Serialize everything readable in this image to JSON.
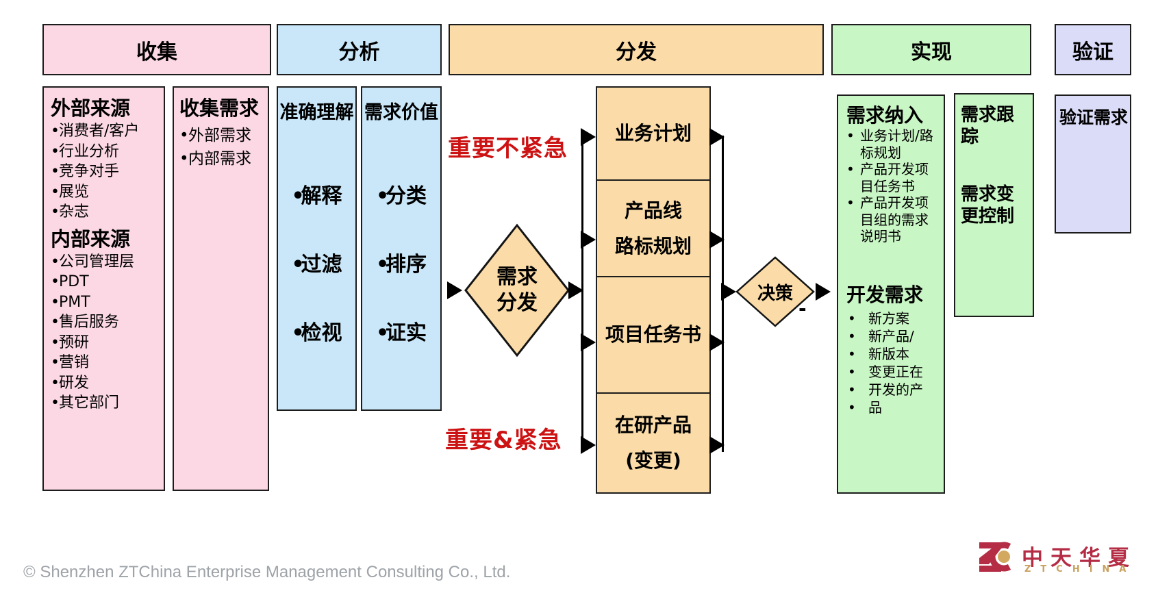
{
  "bullet": "•",
  "colors": {
    "pink": "#FBD8E3",
    "blue": "#C9E7F9",
    "orange": "#FBDCA8",
    "green": "#C9F6C5",
    "purple": "#DBDCF8",
    "red": "#CC1212"
  },
  "phases": {
    "collect": "收集",
    "analyze": "分析",
    "distribute": "分发",
    "implement": "实现",
    "verify": "验证"
  },
  "collect": {
    "sources": {
      "external_title": "外部来源",
      "external_items": [
        "消费者/客户",
        "行业分析",
        "竞争对手",
        "展览",
        "杂志"
      ],
      "internal_title": "内部来源",
      "internal_items": [
        "公司管理层",
        "PDT",
        "PMT",
        "售后服务",
        "预研",
        "营销",
        "研发",
        "其它部门"
      ]
    },
    "requirements": {
      "title": "收集需求",
      "items": [
        "外部需求",
        "内部需求"
      ]
    }
  },
  "analyze": {
    "understanding": {
      "title": "准确理解",
      "items": [
        "解释",
        "过滤",
        "检视"
      ]
    },
    "value": {
      "title": "需求价值",
      "items": [
        "分类",
        "排序",
        "证实"
      ]
    }
  },
  "distribute": {
    "label_important_not_urgent": "重要不紧急",
    "label_important_urgent": "重要&紧急",
    "dispatch_diamond": {
      "line1": "需求",
      "line2": "分发"
    },
    "targets": [
      {
        "lines": [
          "业务计划"
        ]
      },
      {
        "lines": [
          "产品线",
          "路标规划"
        ]
      },
      {
        "lines": [
          "项目任务书"
        ]
      },
      {
        "lines": [
          "在研产品",
          "(变更)"
        ]
      }
    ],
    "decision_diamond": {
      "label": "决策",
      "dash": "-"
    }
  },
  "implement": {
    "intake": {
      "title": "需求纳入",
      "items": [
        "业务计划/路标规划",
        "产品开发项目任务书",
        "产品开发项目组的需求说明书"
      ],
      "develop_title": "开发需求",
      "develop_items": [
        "新方案",
        "新产品/",
        "新版本",
        "变更正在",
        "开发的产",
        "品"
      ]
    },
    "tracking": {
      "title": "需求跟踪",
      "change_title": "需求变更控制"
    }
  },
  "verify": {
    "title": "验证需求"
  },
  "footer": {
    "copyright": "© Shenzhen ZTChina Enterprise Management Consulting Co., Ltd."
  },
  "logo": {
    "name_cn": "中天华夏",
    "name_en": "ZTCHINA"
  }
}
